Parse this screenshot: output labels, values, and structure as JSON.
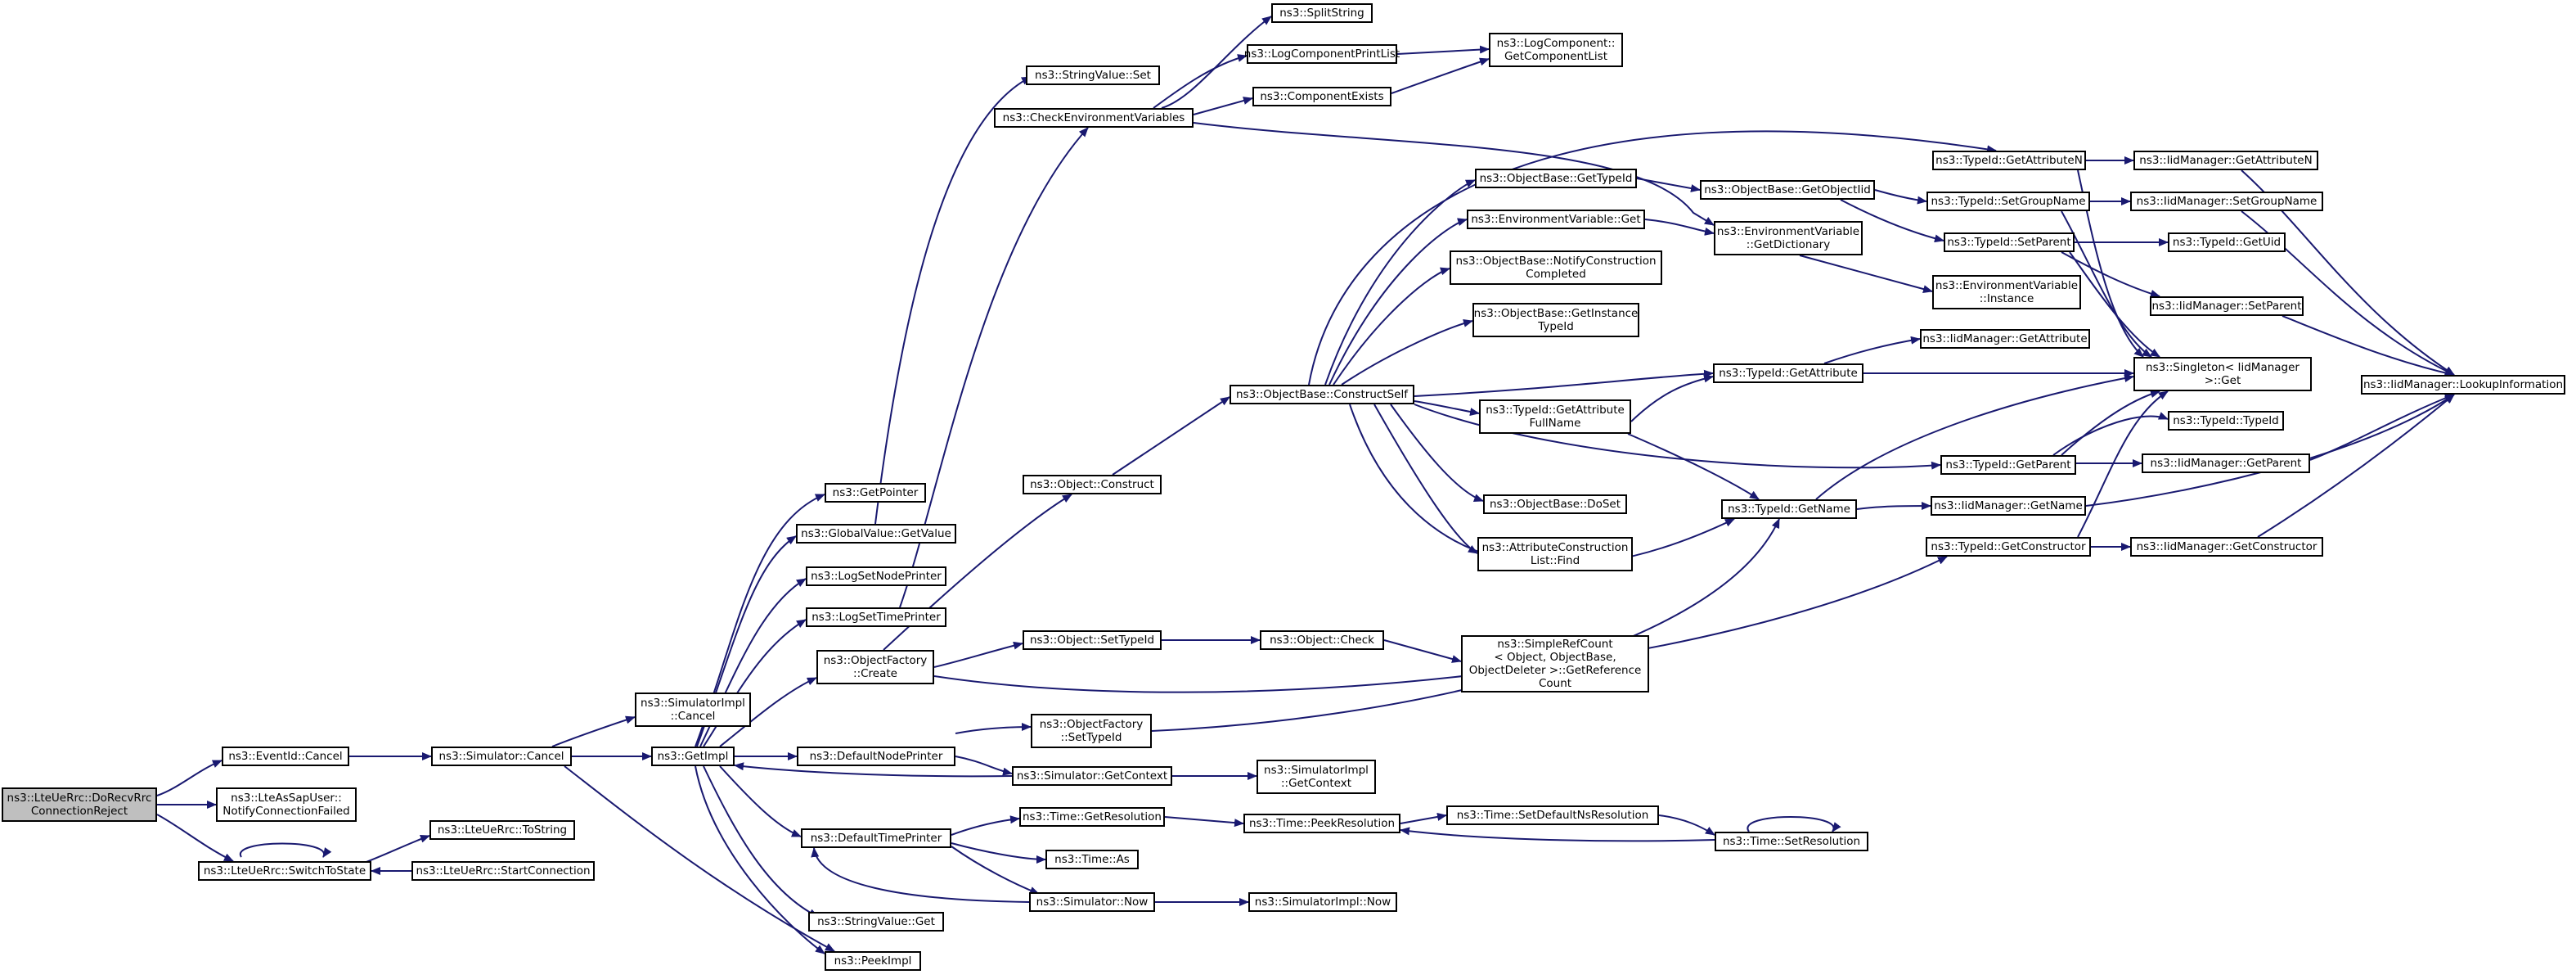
{
  "colors": {
    "edge": "#191970",
    "node_border": "#000000",
    "node_fill": "#ffffff",
    "root_fill": "#bfbfbf"
  },
  "nodes": {
    "root": {
      "lines": [
        "ns3::LteUeRrc::DoRecvRrc",
        "ConnectionReject"
      ]
    },
    "eventCancel": {
      "lines": [
        "ns3::EventId::Cancel"
      ]
    },
    "sapNotify": {
      "lines": [
        "ns3::LteAsSapUser::",
        "NotifyConnectionFailed"
      ]
    },
    "switchState": {
      "lines": [
        "ns3::LteUeRrc::SwitchToState"
      ]
    },
    "toString": {
      "lines": [
        "ns3::LteUeRrc::ToString"
      ]
    },
    "startConn": {
      "lines": [
        "ns3::LteUeRrc::StartConnection"
      ]
    },
    "simCancel": {
      "lines": [
        "ns3::Simulator::Cancel"
      ]
    },
    "simImplCancel": {
      "lines": [
        "ns3::SimulatorImpl",
        "::Cancel"
      ]
    },
    "getImpl": {
      "lines": [
        "ns3::GetImpl"
      ]
    },
    "peekImpl": {
      "lines": [
        "ns3::PeekImpl"
      ]
    },
    "getPointer": {
      "lines": [
        "ns3::GetPointer"
      ]
    },
    "gvGetValue": {
      "lines": [
        "ns3::GlobalValue::GetValue"
      ]
    },
    "logSetNode": {
      "lines": [
        "ns3::LogSetNodePrinter"
      ]
    },
    "logSetTime": {
      "lines": [
        "ns3::LogSetTimePrinter"
      ]
    },
    "ofCreate": {
      "lines": [
        "ns3::ObjectFactory",
        "::Create"
      ]
    },
    "defNodePrinter": {
      "lines": [
        "ns3::DefaultNodePrinter"
      ]
    },
    "defTimePrinter": {
      "lines": [
        "ns3::DefaultTimePrinter"
      ]
    },
    "svGet": {
      "lines": [
        "ns3::StringValue::Get"
      ]
    },
    "svSet": {
      "lines": [
        "ns3::StringValue::Set"
      ]
    },
    "checkEnv": {
      "lines": [
        "ns3::CheckEnvironmentVariables"
      ]
    },
    "splitString": {
      "lines": [
        "ns3::SplitString"
      ]
    },
    "logCompPrint": {
      "lines": [
        "ns3::LogComponentPrintList"
      ]
    },
    "compExists": {
      "lines": [
        "ns3::ComponentExists"
      ]
    },
    "getCompList": {
      "lines": [
        "ns3::LogComponent::",
        "GetComponentList"
      ]
    },
    "objConstruct": {
      "lines": [
        "ns3::Object::Construct"
      ]
    },
    "objSetTypeId": {
      "lines": [
        "ns3::Object::SetTypeId"
      ]
    },
    "objCheck": {
      "lines": [
        "ns3::Object::Check"
      ]
    },
    "refCount": {
      "lines": [
        "ns3::SimpleRefCount",
        "< Object, ObjectBase,",
        " ObjectDeleter >::GetReference",
        "Count"
      ]
    },
    "ofSetTypeId": {
      "lines": [
        "ns3::ObjectFactory",
        "::SetTypeId"
      ]
    },
    "simGetContext": {
      "lines": [
        "ns3::Simulator::GetContext"
      ]
    },
    "simImplGetContext": {
      "lines": [
        "ns3::SimulatorImpl",
        "::GetContext"
      ]
    },
    "timeGetRes": {
      "lines": [
        "ns3::Time::GetResolution"
      ]
    },
    "timeAs": {
      "lines": [
        "ns3::Time::As"
      ]
    },
    "simNow": {
      "lines": [
        "ns3::Simulator::Now"
      ]
    },
    "simImplNow": {
      "lines": [
        "ns3::SimulatorImpl::Now"
      ]
    },
    "timePeek": {
      "lines": [
        "ns3::Time::PeekResolution"
      ]
    },
    "timeSetDef": {
      "lines": [
        "ns3::Time::SetDefaultNsResolution"
      ]
    },
    "timeSetRes": {
      "lines": [
        "ns3::Time::SetResolution"
      ]
    },
    "constructSelf": {
      "lines": [
        "ns3::ObjectBase::ConstructSelf"
      ]
    },
    "obGetTypeId": {
      "lines": [
        "ns3::ObjectBase::GetTypeId"
      ]
    },
    "envGet": {
      "lines": [
        "ns3::EnvironmentVariable::Get"
      ]
    },
    "obNotify": {
      "lines": [
        "ns3::ObjectBase::NotifyConstruction",
        "Completed"
      ]
    },
    "obGetInstance": {
      "lines": [
        "ns3::ObjectBase::GetInstance",
        "TypeId"
      ]
    },
    "tidGetAttrFull": {
      "lines": [
        "ns3::TypeId::GetAttribute",
        "FullName"
      ]
    },
    "obDoSet": {
      "lines": [
        "ns3::ObjectBase::DoSet"
      ]
    },
    "acFind": {
      "lines": [
        "ns3::AttributeConstruction",
        "List::Find"
      ]
    },
    "obGetObjectIid": {
      "lines": [
        "ns3::ObjectBase::GetObjectIid"
      ]
    },
    "envGetDict": {
      "lines": [
        "ns3::EnvironmentVariable",
        "::GetDictionary"
      ]
    },
    "tidGetAttr": {
      "lines": [
        "ns3::TypeId::GetAttribute"
      ]
    },
    "tidGetName": {
      "lines": [
        "ns3::TypeId::GetName"
      ]
    },
    "tidGetAttrN": {
      "lines": [
        "ns3::TypeId::GetAttributeN"
      ]
    },
    "tidSetGroup": {
      "lines": [
        "ns3::TypeId::SetGroupName"
      ]
    },
    "tidSetParent": {
      "lines": [
        "ns3::TypeId::SetParent"
      ]
    },
    "envInstance": {
      "lines": [
        "ns3::EnvironmentVariable",
        "::Instance"
      ]
    },
    "iidGetAttr": {
      "lines": [
        "ns3::IidManager::GetAttribute"
      ]
    },
    "tidGetParent": {
      "lines": [
        "ns3::TypeId::GetParent"
      ]
    },
    "iidGetName": {
      "lines": [
        "ns3::IidManager::GetName"
      ]
    },
    "tidGetCtor": {
      "lines": [
        "ns3::TypeId::GetConstructor"
      ]
    },
    "iidGetAttrN": {
      "lines": [
        "ns3::IidManager::GetAttributeN"
      ]
    },
    "iidSetGroup": {
      "lines": [
        "ns3::IidManager::SetGroupName"
      ]
    },
    "tidGetUid": {
      "lines": [
        "ns3::TypeId::GetUid"
      ]
    },
    "iidSetParent": {
      "lines": [
        "ns3::IidManager::SetParent"
      ]
    },
    "singleton": {
      "lines": [
        "ns3::Singleton< IidManager",
        " >::Get"
      ]
    },
    "tidTypeId": {
      "lines": [
        "ns3::TypeId::TypeId"
      ]
    },
    "iidGetParent": {
      "lines": [
        "ns3::IidManager::GetParent"
      ]
    },
    "iidGetCtor": {
      "lines": [
        "ns3::IidManager::GetConstructor"
      ]
    },
    "iidLookup": {
      "lines": [
        "ns3::IidManager::LookupInformation"
      ]
    }
  }
}
